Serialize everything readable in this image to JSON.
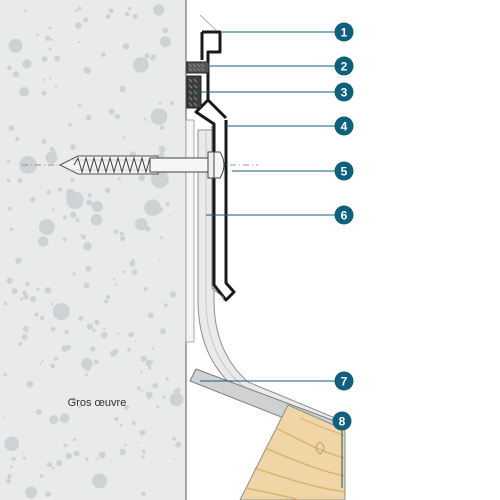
{
  "diagram": {
    "wall_label": "Gros œuvre",
    "callouts": [
      "1",
      "2",
      "3",
      "4",
      "5",
      "6",
      "7",
      "8"
    ],
    "colors": {
      "concrete": "#e9eaea",
      "concrete_dots": "#cfd2d4",
      "callout": "#0f5f7d",
      "profile": "#1a1a1a",
      "membrane": "#e3e4e4",
      "flashing": "#d0d1d2",
      "wood": "#f0d5a6",
      "wood_grain": "#d9b377",
      "screw": "#f2f2f2"
    }
  }
}
